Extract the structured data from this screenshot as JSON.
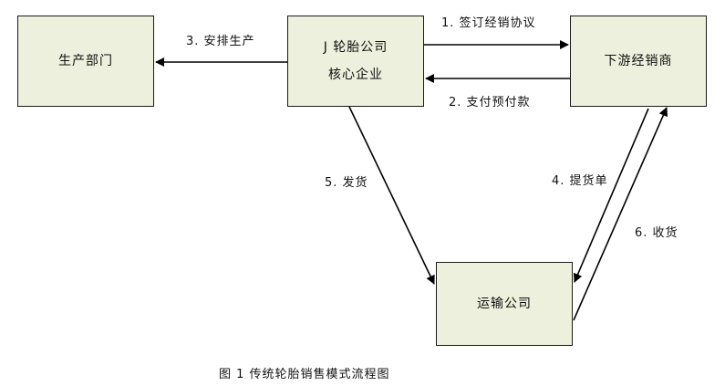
{
  "nodes": {
    "production": {
      "label": "生产部门"
    },
    "core": {
      "line1": "J 轮胎公司",
      "line2": "核心企业"
    },
    "dealer": {
      "label": "下游经销商"
    },
    "transport": {
      "label": "运输公司"
    }
  },
  "edges": {
    "sign_agreement": "1. 签订经销协议",
    "prepay": "2. 支付预付款",
    "arrange_production": "3. 安排生产",
    "pickup_order": "4. 提货单",
    "ship": "5. 发货",
    "receive": "6. 收货"
  },
  "caption": "图 1  传统轮胎销售模式流程图",
  "colors": {
    "box_fill": "#ecf0dc",
    "line": "#000000"
  }
}
